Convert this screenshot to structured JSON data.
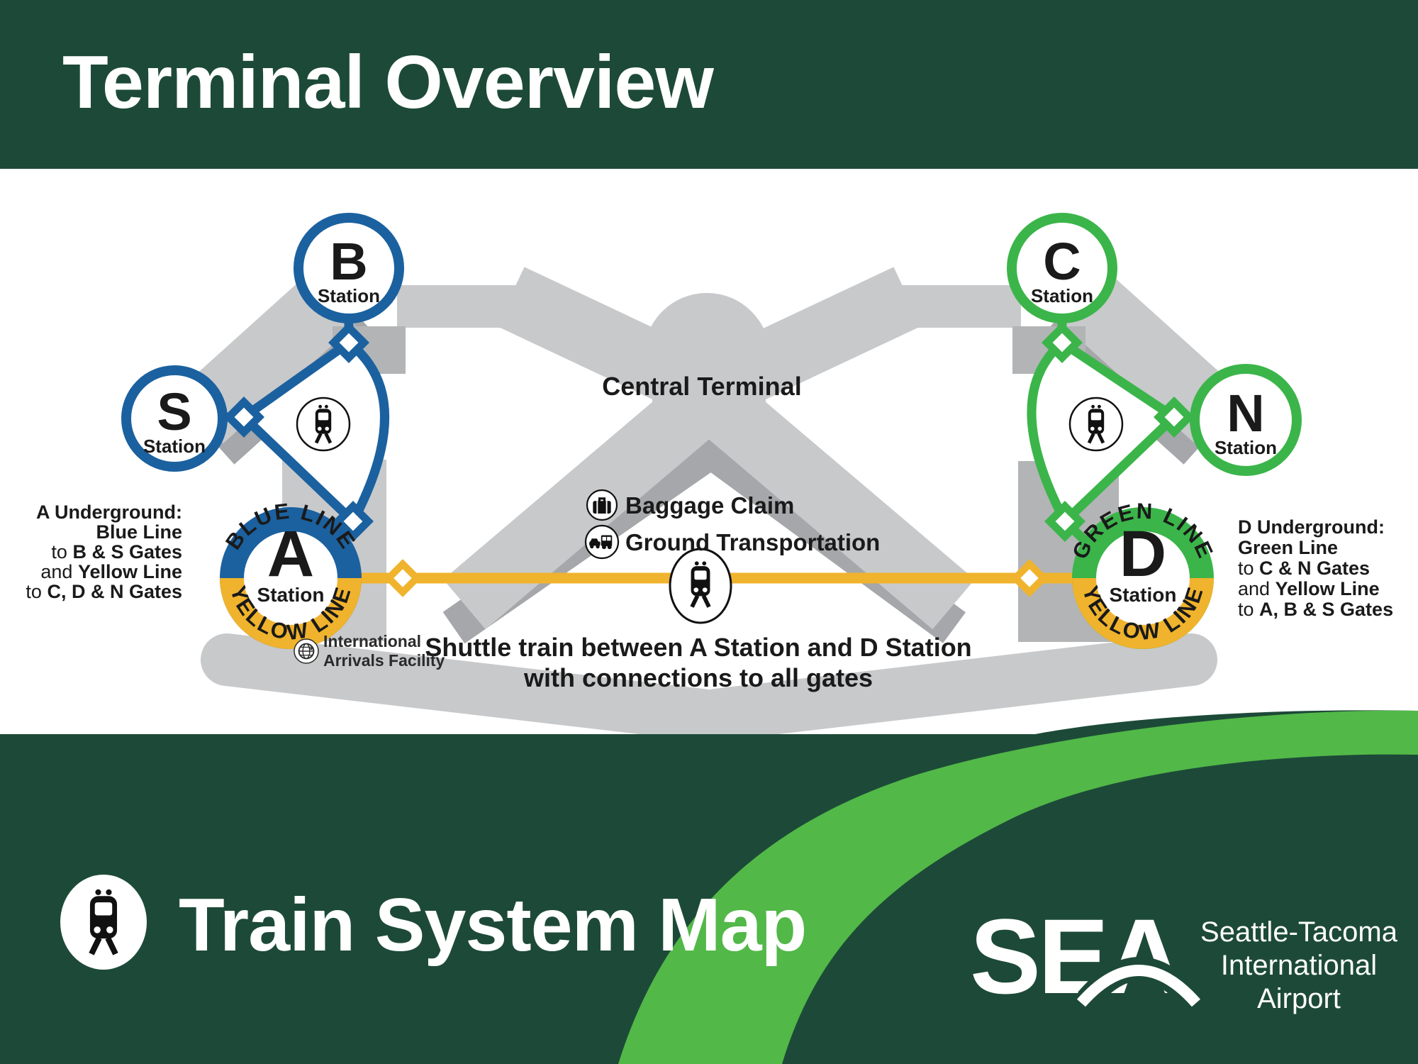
{
  "header": {
    "title": "Terminal Overview"
  },
  "map": {
    "stations": {
      "b": {
        "letter": "B",
        "label": "Station"
      },
      "s": {
        "letter": "S",
        "label": "Station"
      },
      "c": {
        "letter": "C",
        "label": "Station"
      },
      "n": {
        "letter": "N",
        "label": "Station"
      },
      "a": {
        "letter": "A",
        "label": "Station",
        "top_arc": "BLUE LINE",
        "bottom_arc": "YELLOW LINE"
      },
      "d": {
        "letter": "D",
        "label": "Station",
        "top_arc": "GREEN LINE",
        "bottom_arc": "YELLOW LINE"
      }
    },
    "central_terminal": "Central Terminal",
    "legend": {
      "baggage": "Baggage Claim",
      "ground": "Ground Transportation"
    },
    "shuttle_note": {
      "line1": "Shuttle train between A Station and D Station",
      "line2": "with connections to all gates"
    },
    "iaf": {
      "line1": "International",
      "line2": "Arrivals Facility"
    },
    "a_note": {
      "lines": [
        {
          "pre": "",
          "bold": "A Underground:"
        },
        {
          "pre": "",
          "bold": "Blue Line"
        },
        {
          "pre": "to ",
          "bold": "B & S Gates"
        },
        {
          "pre": "and ",
          "bold": "Yellow Line"
        },
        {
          "pre": "to ",
          "bold": "C, D & N Gates"
        }
      ]
    },
    "d_note": {
      "lines": [
        {
          "pre": "",
          "bold": "D Underground:"
        },
        {
          "pre": "",
          "bold": "Green Line"
        },
        {
          "pre": "to ",
          "bold": "C & N Gates"
        },
        {
          "pre": "and ",
          "bold": "Yellow Line"
        },
        {
          "pre": "to ",
          "bold": "A, B & S Gates"
        }
      ]
    }
  },
  "footer": {
    "title": "Train System Map",
    "brand": {
      "wordmark": "SEA",
      "line1": "Seattle-Tacoma",
      "line2": "International",
      "line3": "Airport"
    }
  },
  "colors": {
    "dark_green": "#1d4a38",
    "light_green": "#52b848",
    "blue_line": "#1b619f",
    "green_line": "#3bb54a",
    "yellow_line": "#f0b32d",
    "gray_light": "#c8c9cb",
    "gray_mid": "#b2b4b6",
    "gray_shadow": "#a5a7aa"
  }
}
